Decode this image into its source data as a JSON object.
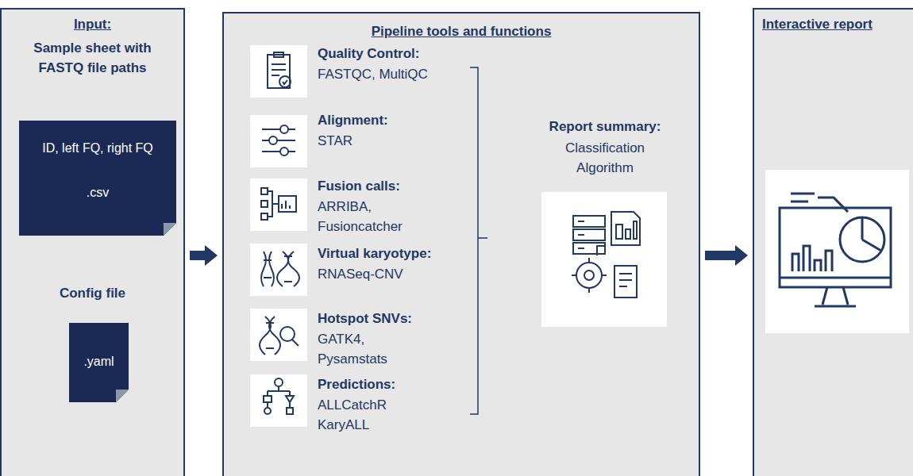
{
  "diagram": {
    "nodes": [
      {
        "text": [
          "Input:",
          "Sample sheet with FASTQ file paths",
          "Config file"
        ]
      },
      {
        "text": [
          "ID, left FQ, right FQ",
          ".csv"
        ],
        "in": 0
      },
      {
        "text": [
          ".yaml"
        ],
        "in": 0
      },
      {
        "text": [
          "Pipeline tools and functions",
          "Quality Control:",
          "FASTQC, MultiQC",
          "Alignment:",
          "STAR",
          "Fusion calls:",
          "ARRIBA, Fusioncatcher",
          "Virtual karyotype:",
          "RNASeq-CNV",
          "Hotspot SNVs:",
          "GATK4, Pysamstats",
          "Predictions:",
          "ALLCatchR KaryALL",
          "Report summary:",
          "Classification Algorithm"
        ]
      },
      {
        "text": [
          "Interactive report"
        ]
      }
    ],
    "edges": [
      {
        "from": 0,
        "to": 3,
        "arrow": "to"
      },
      {
        "from": 3,
        "to": 4,
        "arrow": "to"
      }
    ]
  }
}
